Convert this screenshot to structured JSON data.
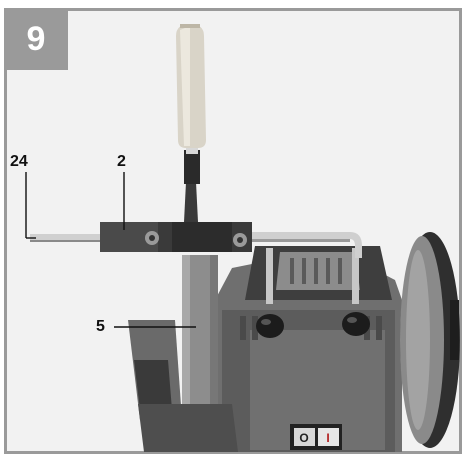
{
  "figure": {
    "number": "9"
  },
  "callouts": [
    {
      "label": "24"
    },
    {
      "label": "2"
    },
    {
      "label": "5"
    }
  ],
  "switch": {
    "off_symbol": "O",
    "on_symbol": "I"
  },
  "colors": {
    "frame": "#9a9a9a",
    "housing": "#6f6f6f",
    "wheel": "#8a8a8a",
    "handle": "#d9d4c8"
  }
}
